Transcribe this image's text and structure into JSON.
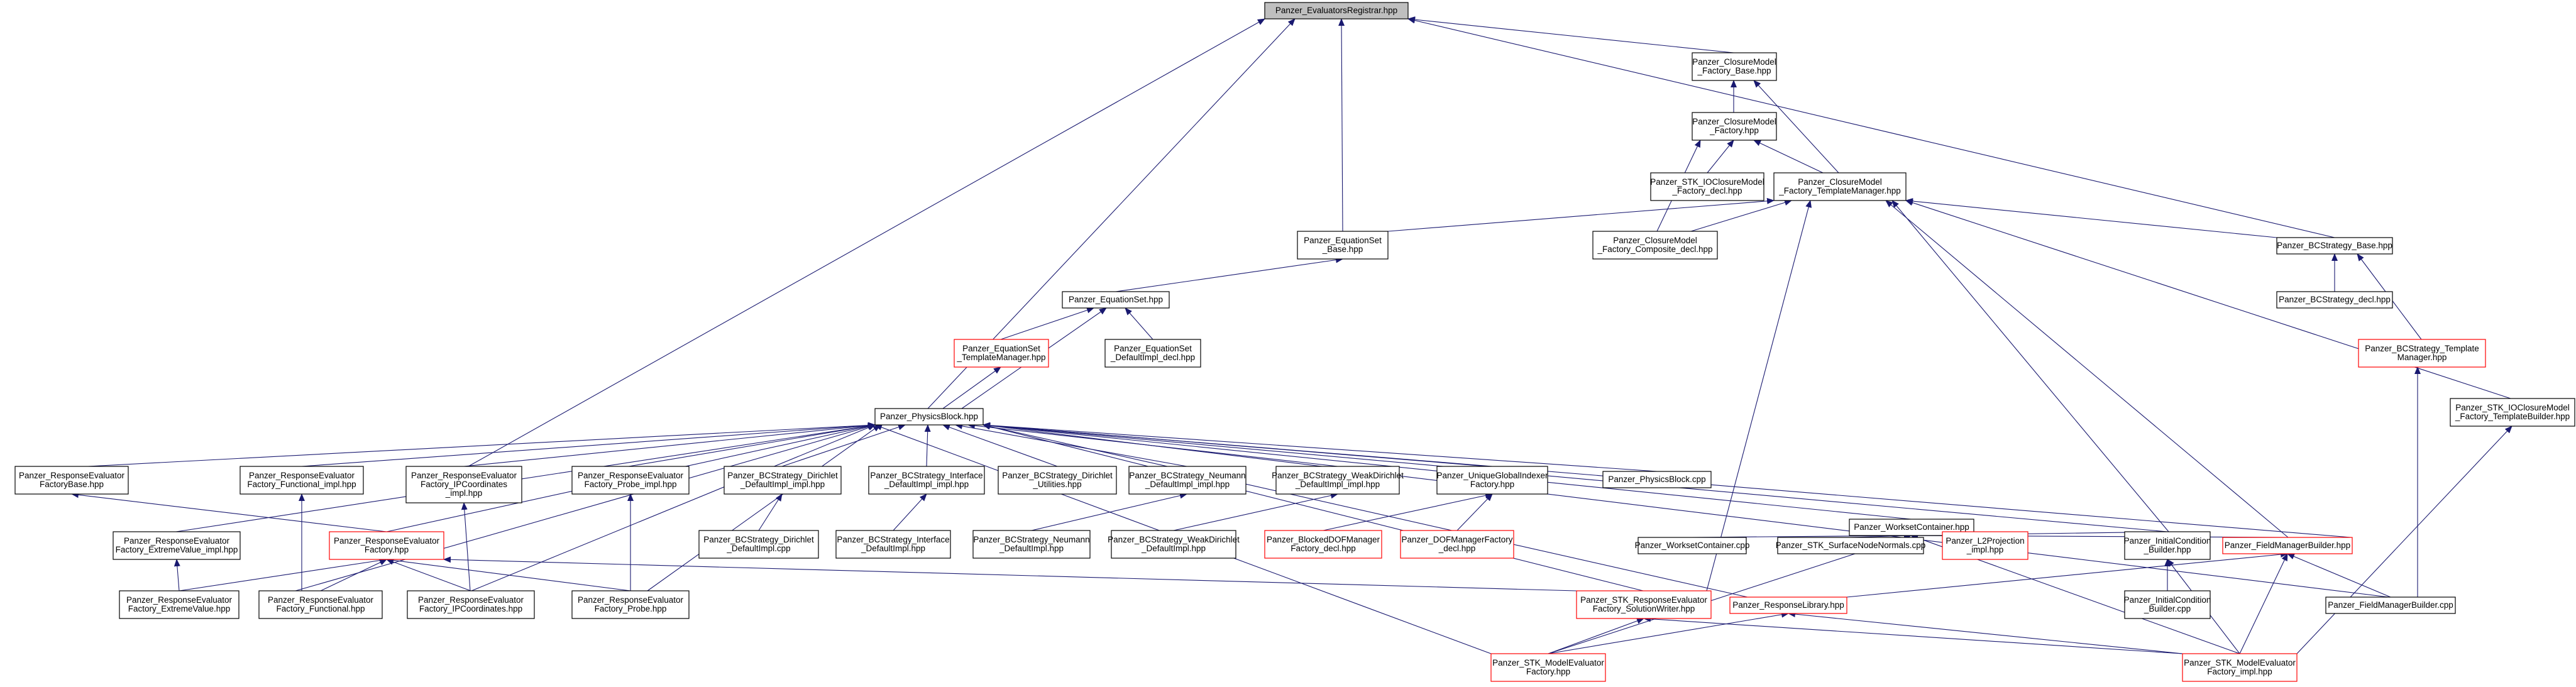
{
  "diagram": {
    "colors": {
      "edge": "#191970",
      "node_black": "#000000",
      "node_red": "#ff0000",
      "node_root_fill": "#bfbfbf"
    },
    "nodes": [
      {
        "id": "root",
        "lines": [
          "Panzer_EvaluatorsRegistrar.hpp"
        ],
        "border": "black",
        "fill": "#bfbfbf"
      },
      {
        "id": "cmfb",
        "lines": [
          "Panzer_ClosureModel",
          "_Factory_Base.hpp"
        ],
        "border": "black"
      },
      {
        "id": "cmf",
        "lines": [
          "Panzer_ClosureModel",
          "_Factory.hpp"
        ],
        "border": "black"
      },
      {
        "id": "stkio",
        "lines": [
          "Panzer_STK_IOClosureModel",
          "_Factory_decl.hpp"
        ],
        "border": "black"
      },
      {
        "id": "cmftm",
        "lines": [
          "Panzer_ClosureModel",
          "_Factory_TemplateManager.hpp"
        ],
        "border": "black"
      },
      {
        "id": "esb",
        "lines": [
          "Panzer_EquationSet",
          "_Base.hpp"
        ],
        "border": "black"
      },
      {
        "id": "cmfcd",
        "lines": [
          "Panzer_ClosureModel",
          "_Factory_Composite_decl.hpp"
        ],
        "border": "black"
      },
      {
        "id": "bcsb",
        "lines": [
          "Panzer_BCStrategy_Base.hpp"
        ],
        "border": "black"
      },
      {
        "id": "es",
        "lines": [
          "Panzer_EquationSet.hpp"
        ],
        "border": "black"
      },
      {
        "id": "bcsd",
        "lines": [
          "Panzer_BCStrategy_decl.hpp"
        ],
        "border": "black"
      },
      {
        "id": "estm",
        "lines": [
          "Panzer_EquationSet",
          "_TemplateManager.hpp"
        ],
        "border": "red"
      },
      {
        "id": "esdid",
        "lines": [
          "Panzer_EquationSet",
          "_DefaultImpl_decl.hpp"
        ],
        "border": "black"
      },
      {
        "id": "bcstm",
        "lines": [
          "Panzer_BCStrategy_Template",
          "Manager.hpp"
        ],
        "border": "red"
      },
      {
        "id": "stkiotb",
        "lines": [
          "Panzer_STK_IOClosureModel",
          "_Factory_TemplateBuilder.hpp"
        ],
        "border": "black"
      },
      {
        "id": "pb",
        "lines": [
          "Panzer_PhysicsBlock.hpp"
        ],
        "border": "black"
      },
      {
        "id": "refb",
        "lines": [
          "Panzer_ResponseEvaluator",
          "FactoryBase.hpp"
        ],
        "border": "black"
      },
      {
        "id": "refi",
        "lines": [
          "Panzer_ResponseEvaluator",
          "Factory_Functional_impl.hpp"
        ],
        "border": "black"
      },
      {
        "id": "refipi",
        "lines": [
          "Panzer_ResponseEvaluator",
          "Factory_IPCoordinates",
          "_impl.hpp"
        ],
        "border": "black"
      },
      {
        "id": "refpi",
        "lines": [
          "Panzer_ResponseEvaluator",
          "Factory_Probe_impl.hpp"
        ],
        "border": "black"
      },
      {
        "id": "bcsddi",
        "lines": [
          "Panzer_BCStrategy_Dirichlet",
          "_DefaultImpl_impl.hpp"
        ],
        "border": "black"
      },
      {
        "id": "bcsidi",
        "lines": [
          "Panzer_BCStrategy_Interface",
          "_DefaultImpl_impl.hpp"
        ],
        "border": "black"
      },
      {
        "id": "bcsdu",
        "lines": [
          "Panzer_BCStrategy_Dirichlet",
          "_Utilities.hpp"
        ],
        "border": "black"
      },
      {
        "id": "bcsndi",
        "lines": [
          "Panzer_BCStrategy_Neumann",
          "_DefaultImpl_impl.hpp"
        ],
        "border": "black"
      },
      {
        "id": "bcswdi",
        "lines": [
          "Panzer_BCStrategy_WeakDirichlet",
          "_DefaultImpl_impl.hpp"
        ],
        "border": "black"
      },
      {
        "id": "ugif",
        "lines": [
          "Panzer_UniqueGlobalIndexer",
          "Factory.hpp"
        ],
        "border": "black"
      },
      {
        "id": "pbcpp",
        "lines": [
          "Panzer_PhysicsBlock.cpp"
        ],
        "border": "black"
      },
      {
        "id": "wc",
        "lines": [
          "Panzer_WorksetContainer.hpp"
        ],
        "border": "black"
      },
      {
        "id": "icb",
        "lines": [
          "Panzer_InitialCondition",
          "_Builder.hpp"
        ],
        "border": "black"
      },
      {
        "id": "fmb",
        "lines": [
          "Panzer_FieldManagerBuilder.hpp"
        ],
        "border": "red"
      },
      {
        "id": "refevi",
        "lines": [
          "Panzer_ResponseEvaluator",
          "Factory_ExtremeValue_impl.hpp"
        ],
        "border": "black"
      },
      {
        "id": "ref",
        "lines": [
          "Panzer_ResponseEvaluator",
          "Factory.hpp"
        ],
        "border": "red"
      },
      {
        "id": "bcsddicpp",
        "lines": [
          "Panzer_BCStrategy_Dirichlet",
          "_DefaultImpl.cpp"
        ],
        "border": "black"
      },
      {
        "id": "bcsidih",
        "lines": [
          "Panzer_BCStrategy_Interface",
          "_DefaultImpl.hpp"
        ],
        "border": "black"
      },
      {
        "id": "bcsndih",
        "lines": [
          "Panzer_BCStrategy_Neumann",
          "_DefaultImpl.hpp"
        ],
        "border": "black"
      },
      {
        "id": "bcswdih",
        "lines": [
          "Panzer_BCStrategy_WeakDirichlet",
          "_DefaultImpl.hpp"
        ],
        "border": "black"
      },
      {
        "id": "bdofm",
        "lines": [
          "Panzer_BlockedDOFManager",
          "Factory_decl.hpp"
        ],
        "border": "red"
      },
      {
        "id": "dofmf",
        "lines": [
          "Panzer_DOFManagerFactory",
          "_decl.hpp"
        ],
        "border": "red"
      },
      {
        "id": "wccpp",
        "lines": [
          "Panzer_WorksetContainer.cpp"
        ],
        "border": "black"
      },
      {
        "id": "stksnn",
        "lines": [
          "Panzer_STK_SurfaceNodeNormals.cpp"
        ],
        "border": "black"
      },
      {
        "id": "l2p",
        "lines": [
          "Panzer_L2Projection",
          "_impl.hpp"
        ],
        "border": "red"
      },
      {
        "id": "icbcpp",
        "lines": [
          "Panzer_InitialCondition",
          "_Builder.cpp"
        ],
        "border": "black"
      },
      {
        "id": "refev",
        "lines": [
          "Panzer_ResponseEvaluator",
          "Factory_ExtremeValue.hpp"
        ],
        "border": "black"
      },
      {
        "id": "reff",
        "lines": [
          "Panzer_ResponseEvaluator",
          "Factory_Functional.hpp"
        ],
        "border": "black"
      },
      {
        "id": "refip",
        "lines": [
          "Panzer_ResponseEvaluator",
          "Factory_IPCoordinates.hpp"
        ],
        "border": "black"
      },
      {
        "id": "refp",
        "lines": [
          "Panzer_ResponseEvaluator",
          "Factory_Probe.hpp"
        ],
        "border": "black"
      },
      {
        "id": "stkrefsw",
        "lines": [
          "Panzer_STK_ResponseEvaluator",
          "Factory_SolutionWriter.hpp"
        ],
        "border": "red"
      },
      {
        "id": "rl",
        "lines": [
          "Panzer_ResponseLibrary.hpp"
        ],
        "border": "red"
      },
      {
        "id": "fmbcpp",
        "lines": [
          "Panzer_FieldManagerBuilder.cpp"
        ],
        "border": "black"
      },
      {
        "id": "stkmef",
        "lines": [
          "Panzer_STK_ModelEvaluator",
          "Factory.hpp"
        ],
        "border": "red"
      },
      {
        "id": "stkmefi",
        "lines": [
          "Panzer_STK_ModelEvaluator",
          "Factory_impl.hpp"
        ],
        "border": "red"
      }
    ],
    "edges": [
      [
        "cmfb",
        "root"
      ],
      [
        "esb",
        "root"
      ],
      [
        "pb",
        "root"
      ],
      [
        "refb",
        "root"
      ],
      [
        "bcsb",
        "root"
      ],
      [
        "cmf",
        "cmfb"
      ],
      [
        "cmftm",
        "cmfb"
      ],
      [
        "stkio",
        "cmf"
      ],
      [
        "cmftm",
        "cmf"
      ],
      [
        "cmfcd",
        "cmf"
      ],
      [
        "esb",
        "cmftm"
      ],
      [
        "cmfcd",
        "cmftm"
      ],
      [
        "bcsb",
        "cmftm"
      ],
      [
        "stkiotb",
        "cmftm"
      ],
      [
        "icb",
        "cmftm"
      ],
      [
        "fmb",
        "cmftm"
      ],
      [
        "stkrefsw",
        "cmftm"
      ],
      [
        "es",
        "esb"
      ],
      [
        "bcsd",
        "bcsb"
      ],
      [
        "bcstm",
        "bcsb"
      ],
      [
        "estm",
        "es"
      ],
      [
        "esdid",
        "es"
      ],
      [
        "pb",
        "es"
      ],
      [
        "pb",
        "estm"
      ],
      [
        "fmbcpp",
        "bcstm"
      ],
      [
        "stkmefi",
        "stkiotb"
      ],
      [
        "refb",
        "pb"
      ],
      [
        "refi",
        "pb"
      ],
      [
        "refipi",
        "pb"
      ],
      [
        "refpi",
        "pb"
      ],
      [
        "bcsddi",
        "pb"
      ],
      [
        "bcsidi",
        "pb"
      ],
      [
        "bcsdu",
        "pb"
      ],
      [
        "bcsndi",
        "pb"
      ],
      [
        "bcswdi",
        "pb"
      ],
      [
        "ugif",
        "pb"
      ],
      [
        "pbcpp",
        "pb"
      ],
      [
        "wc",
        "pb"
      ],
      [
        "icb",
        "pb"
      ],
      [
        "fmb",
        "pb"
      ],
      [
        "refevi",
        "pb"
      ],
      [
        "ref",
        "pb"
      ],
      [
        "reff",
        "pb"
      ],
      [
        "refip",
        "pb"
      ],
      [
        "refp",
        "pb"
      ],
      [
        "stkrefsw",
        "pb"
      ],
      [
        "rl",
        "pb"
      ],
      [
        "fmbcpp",
        "pb"
      ],
      [
        "stkmef",
        "pb"
      ],
      [
        "ref",
        "refb"
      ],
      [
        "reff",
        "refi"
      ],
      [
        "refip",
        "refipi"
      ],
      [
        "refp",
        "refpi"
      ],
      [
        "bcsddicpp",
        "bcsddi"
      ],
      [
        "bcsidih",
        "bcsidi"
      ],
      [
        "bcsndih",
        "bcsndi"
      ],
      [
        "bcswdih",
        "bcswdi"
      ],
      [
        "bdofm",
        "ugif"
      ],
      [
        "dofmf",
        "ugif"
      ],
      [
        "wccpp",
        "wc"
      ],
      [
        "stksnn",
        "wc"
      ],
      [
        "l2p",
        "wc"
      ],
      [
        "icb",
        "wc"
      ],
      [
        "fmb",
        "wc"
      ],
      [
        "stkmef",
        "wc"
      ],
      [
        "stkmefi",
        "wc"
      ],
      [
        "icbcpp",
        "icb"
      ],
      [
        "stkmefi",
        "icb"
      ],
      [
        "rl",
        "fmb"
      ],
      [
        "fmbcpp",
        "fmb"
      ],
      [
        "stkmefi",
        "fmb"
      ],
      [
        "refev",
        "refevi"
      ],
      [
        "refev",
        "ref"
      ],
      [
        "reff",
        "ref"
      ],
      [
        "refip",
        "ref"
      ],
      [
        "refp",
        "ref"
      ],
      [
        "stkrefsw",
        "ref"
      ],
      [
        "stkmef",
        "stkrefsw"
      ],
      [
        "stkmefi",
        "stkrefsw"
      ],
      [
        "stkmef",
        "rl"
      ],
      [
        "stkmefi",
        "rl"
      ]
    ]
  }
}
